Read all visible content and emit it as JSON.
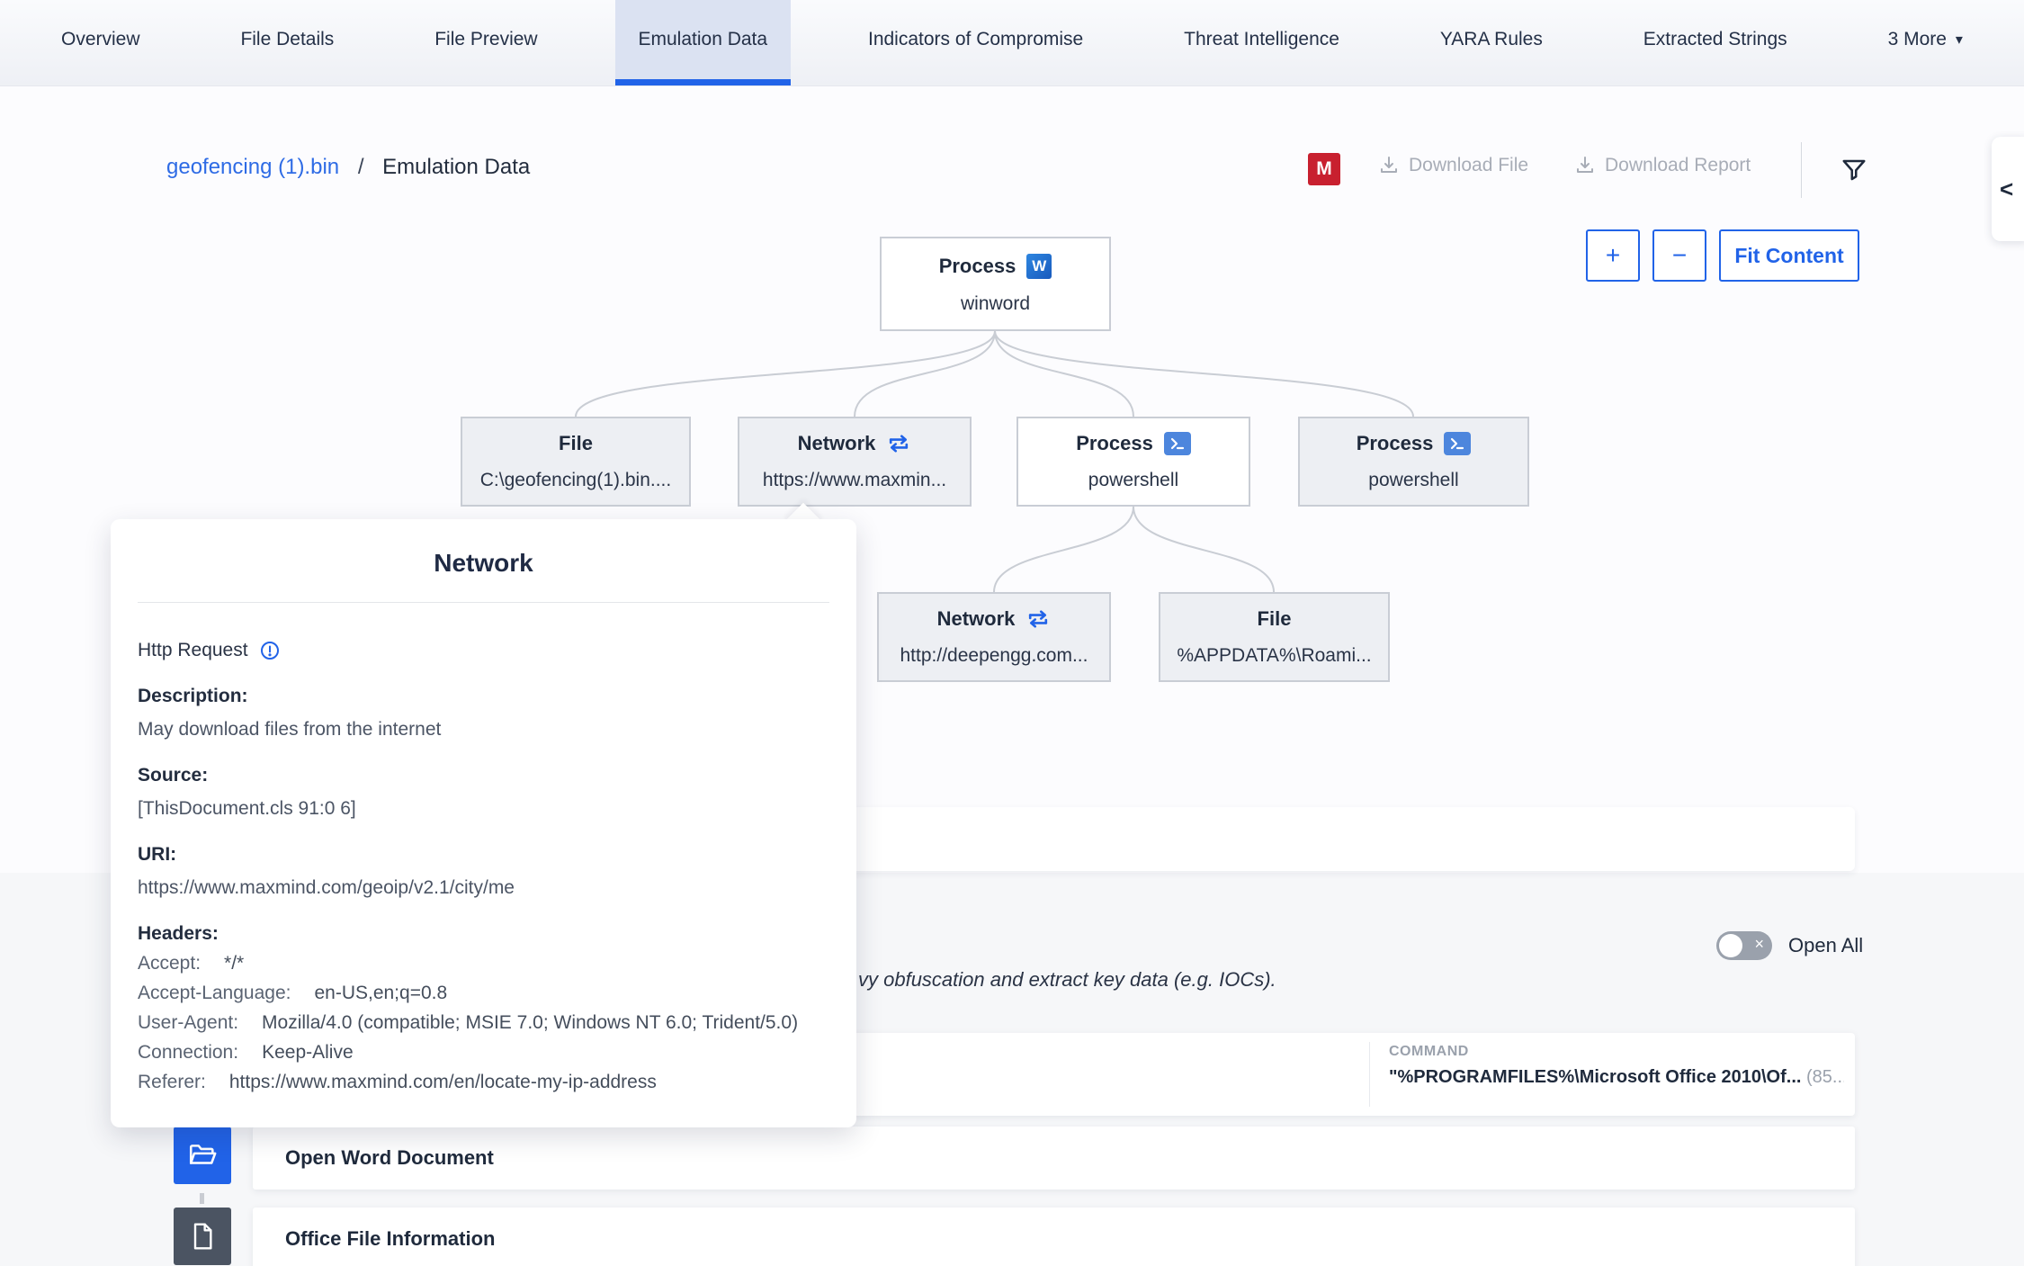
{
  "colors": {
    "accent_blue": "#2163e8",
    "severity_red": "#c8202f",
    "node_bg": "#edeff3",
    "node_border": "#c9cdd5",
    "toggle_off_gray": "#9aa1ac"
  },
  "nav": {
    "tabs": [
      {
        "label": "Overview",
        "active": false
      },
      {
        "label": "File Details",
        "active": false
      },
      {
        "label": "File Preview",
        "active": false
      },
      {
        "label": "Emulation Data",
        "active": true
      },
      {
        "label": "Indicators of Compromise",
        "active": false
      },
      {
        "label": "Threat Intelligence",
        "active": false
      },
      {
        "label": "YARA Rules",
        "active": false
      },
      {
        "label": "Extracted Strings",
        "active": false
      },
      {
        "label": "3 More",
        "active": false
      }
    ]
  },
  "header": {
    "breadcrumb_file": "geofencing (1).bin",
    "breadcrumb_separator": "/",
    "breadcrumb_page": "Emulation Data",
    "severity_badge": "M",
    "download_file_label": "Download File",
    "download_report_label": "Download Report"
  },
  "zoom_controls": {
    "zoom_in": "+",
    "zoom_out": "−",
    "fit_label": "Fit Content"
  },
  "tree": {
    "root": {
      "type": "Process",
      "value": "winword"
    },
    "file1": {
      "type": "File",
      "value": "C:\\geofencing(1).bin...."
    },
    "network1": {
      "type": "Network",
      "value": "https://www.maxmin..."
    },
    "process1": {
      "type": "Process",
      "value": "powershell"
    },
    "process2": {
      "type": "Process",
      "value": "powershell"
    },
    "network2": {
      "type": "Network",
      "value": "http://deepengg.com..."
    },
    "file2": {
      "type": "File",
      "value": "%APPDATA%\\Roami..."
    }
  },
  "popup": {
    "title": "Network",
    "section_label": "Http Request",
    "description_label": "Description:",
    "description": "May download files from the internet",
    "source_label": "Source:",
    "source": "[ThisDocument.cls 91:0 6]",
    "uri_label": "URI:",
    "uri": "https://www.maxmind.com/geoip/v2.1/city/me",
    "headers_label": "Headers:",
    "headers": [
      {
        "key": "Accept:",
        "value": "*/*"
      },
      {
        "key": "Accept-Language:",
        "value": "en-US,en;q=0.8"
      },
      {
        "key": "User-Agent:",
        "value": "Mozilla/4.0 (compatible; MSIE 7.0; Windows NT 6.0; Trident/5.0)"
      },
      {
        "key": "Connection:",
        "value": "Keep-Alive"
      },
      {
        "key": "Referer:",
        "value": "https://www.maxmind.com/en/locate-my-ip-address"
      }
    ]
  },
  "bottom": {
    "open_all_label": "Open All",
    "sentence_fragment": "vy obfuscation and extract key data (e.g. IOCs).",
    "command_label": "COMMAND",
    "command_value": "\"%PROGRAMFILES%\\Microsoft Office 2010\\Of...",
    "command_suffix": " (85...(",
    "row1_label": "Open Word Document",
    "row2_label": "Office File Information"
  }
}
